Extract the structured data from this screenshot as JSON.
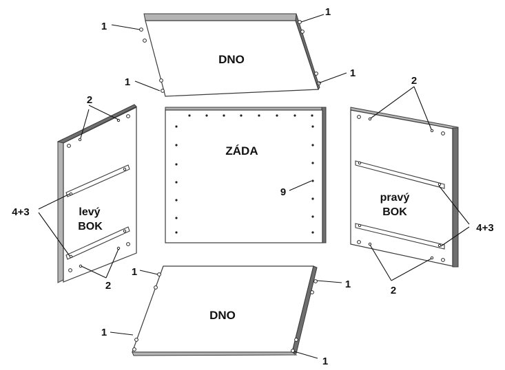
{
  "diagram": {
    "panels": {
      "top_bottom": "DNO",
      "back": "ZÁDA",
      "left_side_line1": "levý",
      "left_side_line2": "BOK",
      "right_side_line1": "pravý",
      "right_side_line2": "BOK",
      "bottom_bottom": "DNO"
    },
    "callouts": {
      "c1": "1",
      "c2": "2",
      "c9": "9",
      "c43": "4+3"
    }
  }
}
